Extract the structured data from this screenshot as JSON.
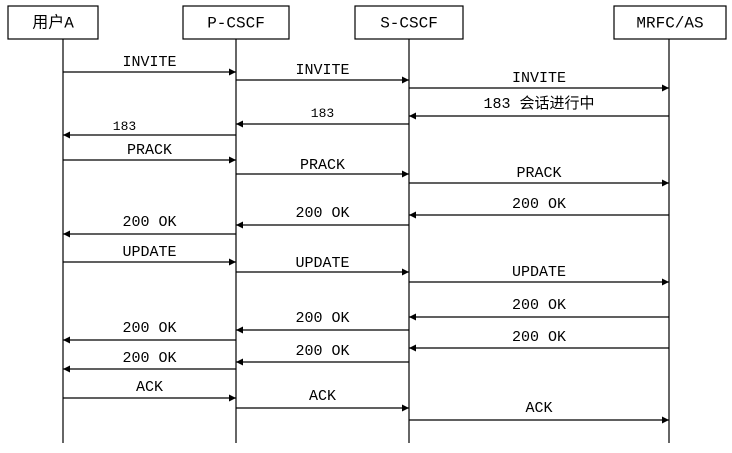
{
  "participants": [
    {
      "id": "ue",
      "label": "用户A"
    },
    {
      "id": "pcscf",
      "label": "P-CSCF"
    },
    {
      "id": "scscf",
      "label": "S-CSCF"
    },
    {
      "id": "mrfc",
      "label": "MRFC/AS"
    }
  ],
  "messages": [
    {
      "from": "ue",
      "to": "pcscf",
      "label": "INVITE"
    },
    {
      "from": "pcscf",
      "to": "scscf",
      "label": "INVITE"
    },
    {
      "from": "scscf",
      "to": "mrfc",
      "label": "INVITE"
    },
    {
      "from": "mrfc",
      "to": "scscf",
      "label": "183 会话进行中"
    },
    {
      "from": "scscf",
      "to": "pcscf",
      "label": "183"
    },
    {
      "from": "pcscf",
      "to": "ue",
      "label": "183"
    },
    {
      "from": "ue",
      "to": "pcscf",
      "label": "PRACK"
    },
    {
      "from": "pcscf",
      "to": "scscf",
      "label": "PRACK"
    },
    {
      "from": "scscf",
      "to": "mrfc",
      "label": "PRACK"
    },
    {
      "from": "mrfc",
      "to": "scscf",
      "label": "200 OK"
    },
    {
      "from": "scscf",
      "to": "pcscf",
      "label": "200 OK"
    },
    {
      "from": "pcscf",
      "to": "ue",
      "label": "200 OK"
    },
    {
      "from": "ue",
      "to": "pcscf",
      "label": "UPDATE"
    },
    {
      "from": "pcscf",
      "to": "scscf",
      "label": "UPDATE"
    },
    {
      "from": "scscf",
      "to": "mrfc",
      "label": "UPDATE"
    },
    {
      "from": "mrfc",
      "to": "scscf",
      "label": "200 OK"
    },
    {
      "from": "scscf",
      "to": "pcscf",
      "label": "200 OK"
    },
    {
      "from": "pcscf",
      "to": "ue",
      "label": "200 OK"
    },
    {
      "from": "mrfc",
      "to": "scscf",
      "label": "200 OK"
    },
    {
      "from": "scscf",
      "to": "pcscf",
      "label": "200 OK"
    },
    {
      "from": "pcscf",
      "to": "ue",
      "label": "200 OK"
    },
    {
      "from": "ue",
      "to": "pcscf",
      "label": "ACK"
    },
    {
      "from": "pcscf",
      "to": "scscf",
      "label": "ACK"
    },
    {
      "from": "scscf",
      "to": "mrfc",
      "label": "ACK"
    }
  ]
}
